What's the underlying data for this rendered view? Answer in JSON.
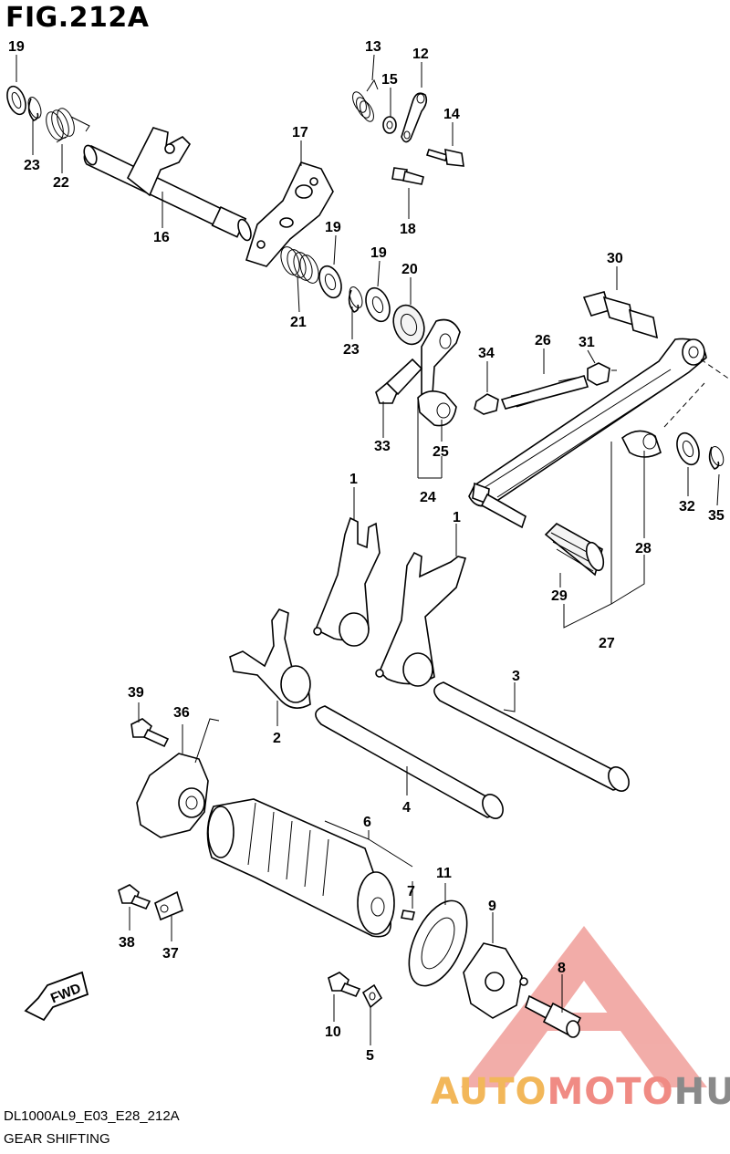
{
  "figure_title": "FIG.212A",
  "diagram_code": "DL1000AL9_E03_E28_212A",
  "caption": "GEAR SHIFTING",
  "direction_label": "FWD",
  "watermark": {
    "auto": "AUTO",
    "moto": "MOTO",
    "hub": "HUB"
  },
  "callouts": [
    {
      "id": "c19a",
      "text": "19"
    },
    {
      "id": "c23a",
      "text": "23"
    },
    {
      "id": "c22",
      "text": "22"
    },
    {
      "id": "c16",
      "text": "16"
    },
    {
      "id": "c13",
      "text": "13"
    },
    {
      "id": "c15",
      "text": "15"
    },
    {
      "id": "c12",
      "text": "12"
    },
    {
      "id": "c14",
      "text": "14"
    },
    {
      "id": "c18",
      "text": "18"
    },
    {
      "id": "c17",
      "text": "17"
    },
    {
      "id": "c19b",
      "text": "19"
    },
    {
      "id": "c19c",
      "text": "19"
    },
    {
      "id": "c20",
      "text": "20"
    },
    {
      "id": "c21",
      "text": "21"
    },
    {
      "id": "c23b",
      "text": "23"
    },
    {
      "id": "c30",
      "text": "30"
    },
    {
      "id": "c26",
      "text": "26"
    },
    {
      "id": "c31",
      "text": "31"
    },
    {
      "id": "c34",
      "text": "34"
    },
    {
      "id": "c33",
      "text": "33"
    },
    {
      "id": "c25",
      "text": "25"
    },
    {
      "id": "c24",
      "text": "24"
    },
    {
      "id": "c32",
      "text": "32"
    },
    {
      "id": "c35",
      "text": "35"
    },
    {
      "id": "c28",
      "text": "28"
    },
    {
      "id": "c29",
      "text": "29"
    },
    {
      "id": "c27",
      "text": "27"
    },
    {
      "id": "c1a",
      "text": "1"
    },
    {
      "id": "c1b",
      "text": "1"
    },
    {
      "id": "c2",
      "text": "2"
    },
    {
      "id": "c3",
      "text": "3"
    },
    {
      "id": "c4",
      "text": "4"
    },
    {
      "id": "c39",
      "text": "39"
    },
    {
      "id": "c36",
      "text": "36"
    },
    {
      "id": "c6",
      "text": "6"
    },
    {
      "id": "c7",
      "text": "7"
    },
    {
      "id": "c11",
      "text": "11"
    },
    {
      "id": "c9",
      "text": "9"
    },
    {
      "id": "c8",
      "text": "8"
    },
    {
      "id": "c38",
      "text": "38"
    },
    {
      "id": "c37",
      "text": "37"
    },
    {
      "id": "c10",
      "text": "10"
    },
    {
      "id": "c5",
      "text": "5"
    }
  ]
}
